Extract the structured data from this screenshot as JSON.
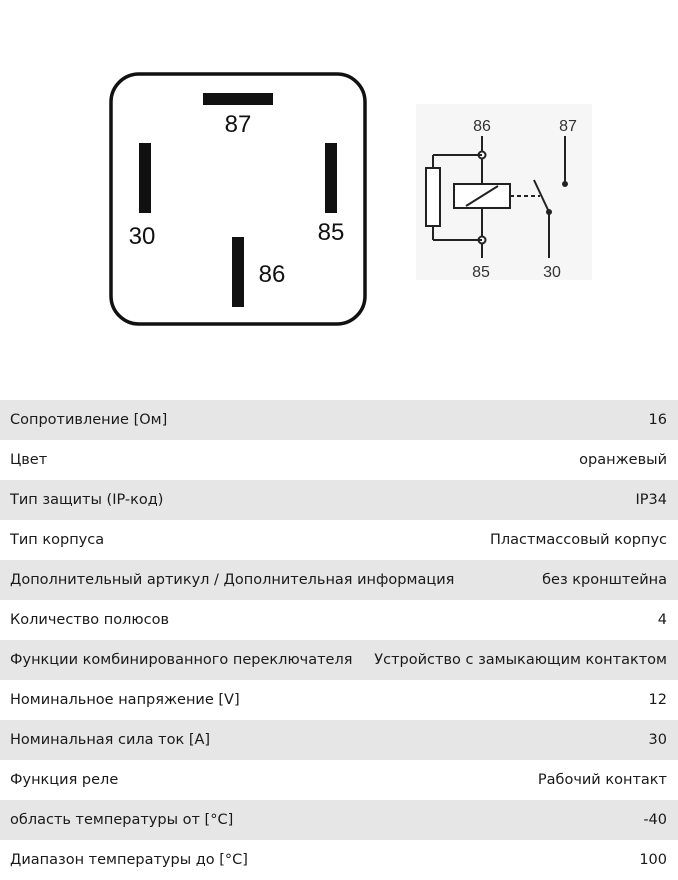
{
  "pin_diagram": {
    "pins": [
      "87",
      "30",
      "85",
      "86"
    ]
  },
  "schematic": {
    "labels": [
      "86",
      "87",
      "85",
      "30"
    ]
  },
  "specs": [
    {
      "label": "Сопротивление [Ом]",
      "value": "16"
    },
    {
      "label": "Цвет",
      "value": "оранжевый"
    },
    {
      "label": "Тип защиты (IP-код)",
      "value": "IP34"
    },
    {
      "label": "Тип корпуса",
      "value": "Пластмассовый корпус"
    },
    {
      "label": "Дополнительный артикул / Дополнительная информация",
      "value": "без кронштейна"
    },
    {
      "label": "Количество полюсов",
      "value": "4"
    },
    {
      "label": "Функции комбинированного переключателя",
      "value": "Устройство с замыкающим контактом"
    },
    {
      "label": "Номинальное напряжение [V]",
      "value": "12"
    },
    {
      "label": "Номинальная сила ток [A]",
      "value": "30"
    },
    {
      "label": "Функция реле",
      "value": "Рабочий контакт"
    },
    {
      "label": "область температуры от [°C]",
      "value": "-40"
    },
    {
      "label": "Диапазон температуры до [°C]",
      "value": "100"
    }
  ]
}
